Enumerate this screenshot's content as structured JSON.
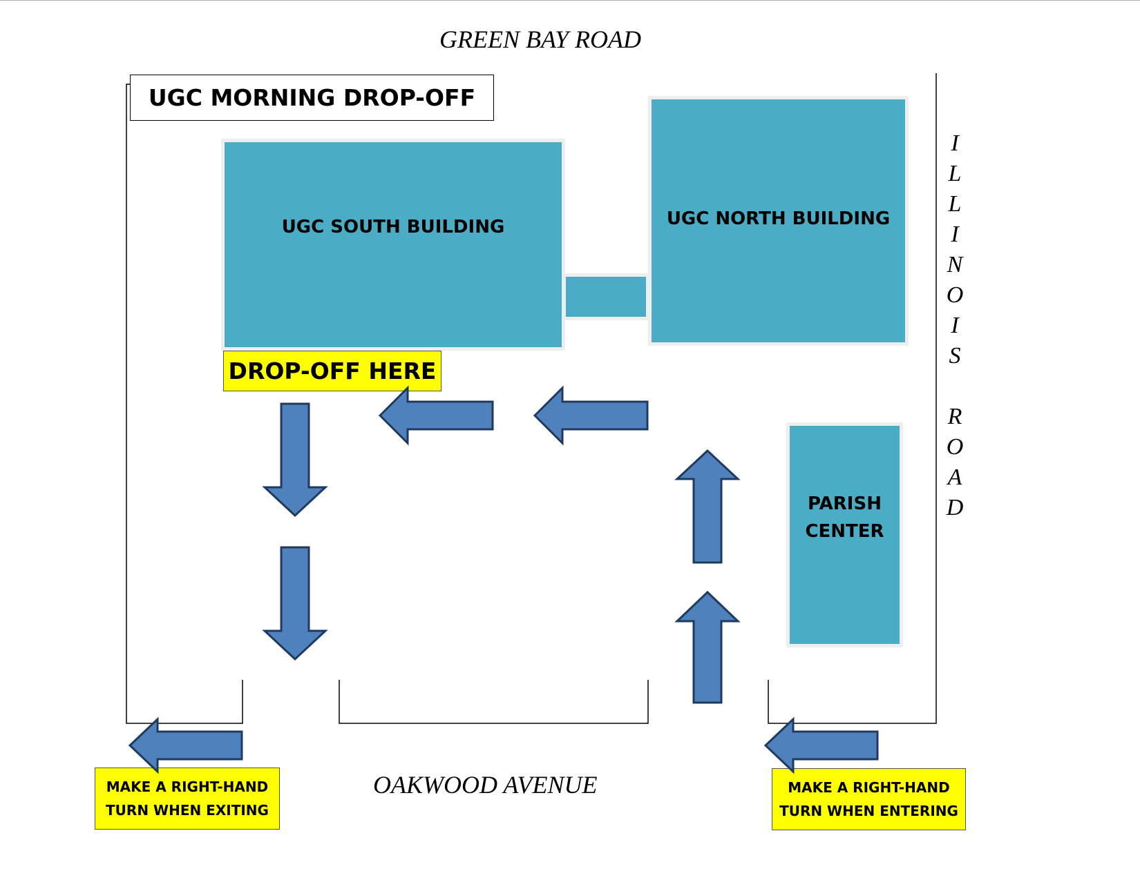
{
  "title": "UGC MORNING DROP-OFF",
  "streets": {
    "north": "GREEN BAY ROAD",
    "south": "OAKWOOD AVENUE",
    "east_letters": [
      "I",
      "L",
      "L",
      "I",
      "N",
      "O",
      "I",
      "S",
      "",
      "R",
      "O",
      "A",
      "D"
    ]
  },
  "buildings": {
    "south": "UGC SOUTH BUILDING",
    "north": "UGC NORTH BUILDING",
    "parish_line1": "PARISH",
    "parish_line2": "CENTER"
  },
  "labels": {
    "drop_off": "DROP-OFF HERE",
    "exit_line1": "MAKE A RIGHT-HAND",
    "exit_line2": "TURN WHEN EXITING",
    "enter_line1": "MAKE A RIGHT-HAND",
    "enter_line2": "TURN WHEN ENTERING"
  },
  "colors": {
    "building_fill": "#4bacc6",
    "arrow_fill": "#4f81bd",
    "arrow_stroke": "#1f3a5f",
    "label_fill": "#ffff00"
  }
}
